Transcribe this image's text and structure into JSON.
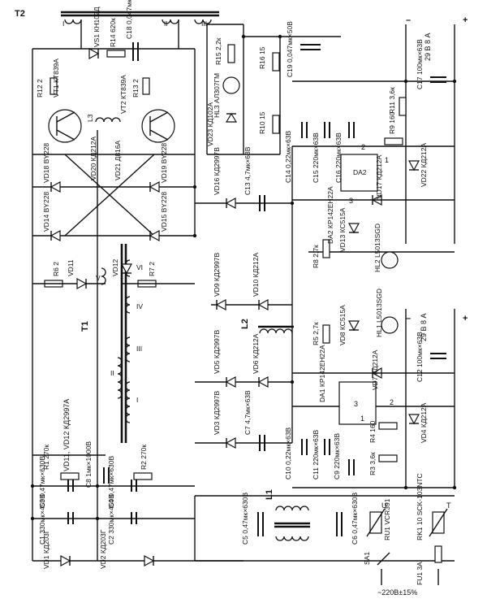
{
  "title_note": "VD11, VD12 КД2997А",
  "input_note": "~220В±15%",
  "transformer": "T1",
  "transformer2": "T2",
  "windings": [
    "I",
    "II",
    "III",
    "IV",
    "V",
    "VI"
  ],
  "t2_windings": [
    "I",
    "II",
    "III"
  ],
  "labels": {
    "VD1": "VD1 КД203Г",
    "VD2": "VD2 КД203Г",
    "C1": "C1 330мк×450В",
    "C2": "C2 330мк×450В",
    "C3": "C3 0,47мк×630В",
    "C4": "C4 0,47мк×630В",
    "R1": "R1 270к",
    "R2": "R2 270к",
    "C8": "C8 1мк×1000В",
    "R6": "R6 2",
    "R7": "R7 2",
    "VD11": "VD11",
    "VD12": "VD12",
    "VD14": "VD14 BY228",
    "VD15": "VD15 BY228",
    "VD18": "VD18 BY228",
    "VD19": "VD19 BY228",
    "VD20": "VD20 КД212А",
    "VD21": "VD21 Д816А",
    "VT1": "VT1 КТ839А",
    "VT2": "VT2 КТ839А",
    "R12": "R12 2",
    "R13": "R13 2",
    "VS1": "VS1 КН102Д",
    "R14": "R14 620к",
    "C18": "C18 0,047мк×1000В",
    "L3": "L3",
    "HL3": "HL3 АЛ307ГМ",
    "VD23": "VD23 КД102А",
    "R15": "R15 2,2к",
    "R16": "R16 15",
    "R10": "R10 15",
    "C19": "C19 0,047мк×50В",
    "VD16": "VD16 КД2997В",
    "C13": "C13 4,7мк×63В",
    "VD9": "VD9 КД2997В",
    "VD10": "VD10 КД212А",
    "VD5": "VD5 КД2997В",
    "VD6": "VD6 КД212А",
    "VD3": "VD3 КД2997В",
    "C7": "C7 4,7мк×63В",
    "L2": "L2",
    "L1": "L1",
    "C10": "C10 0,22мк×63В",
    "C11": "C11 220мк×63В",
    "C9": "C9 220мк×63В",
    "DA1": "DA1 КР142ЕН22А",
    "R3": "R3 3,6к",
    "R4": "R4 160",
    "VD4": "VD4 КД212А",
    "C14": "C14 0,22мк×63В",
    "C15": "C15 220мк×63В",
    "C16": "C16 220мк×63В",
    "DA2": "DA2 КР142ЕН22А",
    "DA2_box": "DA2",
    "R8": "R8 2,7к",
    "VD13": "VD13 КС515А",
    "HL2": "HL2 L5013SGD",
    "R9": "R9 160",
    "R11": "R11 3,6к",
    "VD17": "VD17 КД212А",
    "VD22": "VD22 КД212А",
    "C17": "C17 100мк×63В",
    "out2": "29 В 8 А",
    "R5": "R5 2,7к",
    "VD8": "VD8 КС515А",
    "HL1": "HL1 L5013SGD",
    "VD7": "VD7 КД212А",
    "C12": "C12 100мк×63В",
    "out1": "29 В 8 А",
    "C5": "C5 0,47мк×630В",
    "C6": "C6 0,47мк×630В",
    "RU1": "RU1 VCR391",
    "RK1": "RK1 10 SCK-103NTC",
    "SA1": "SA1",
    "FU1": "FU1 3А",
    "pin1": "1",
    "pin2": "2",
    "pin3": "3",
    "minus1": "–",
    "plus1": "+",
    "minus2": "–",
    "plus2": "+",
    "U": "U",
    "T": "T"
  }
}
